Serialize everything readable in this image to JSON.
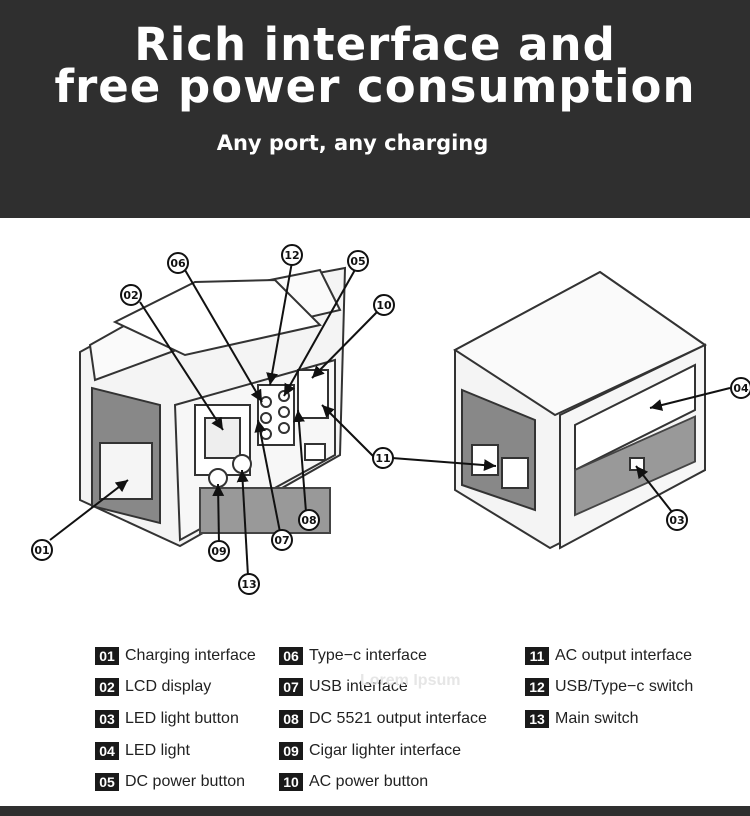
{
  "header": {
    "title_line1": "Rich interface and",
    "title_line2": "free power consumption",
    "subtitle": "Any port, any charging"
  },
  "callouts": [
    "06",
    "12",
    "05",
    "02",
    "10",
    "11",
    "04",
    "03",
    "08",
    "07",
    "09",
    "13",
    "01"
  ],
  "legend": [
    {
      "num": "01",
      "label": "Charging interface"
    },
    {
      "num": "02",
      "label": "LCD display"
    },
    {
      "num": "03",
      "label": "LED light button"
    },
    {
      "num": "04",
      "label": "LED light"
    },
    {
      "num": "05",
      "label": "DC power button"
    },
    {
      "num": "06",
      "label": "Type−c interface"
    },
    {
      "num": "07",
      "label": "USB interface"
    },
    {
      "num": "08",
      "label": "DC 5521 output interface"
    },
    {
      "num": "09",
      "label": "Cigar lighter interface"
    },
    {
      "num": "10",
      "label": "AC power button"
    },
    {
      "num": "11",
      "label": "AC output interface"
    },
    {
      "num": "12",
      "label": "USB/Type−c switch"
    },
    {
      "num": "13",
      "label": "Main switch"
    }
  ],
  "watermark": "Lorem Ipsum",
  "colors": {
    "header_bg": "#2f2f2f",
    "label_bg": "#1a1a1a"
  }
}
